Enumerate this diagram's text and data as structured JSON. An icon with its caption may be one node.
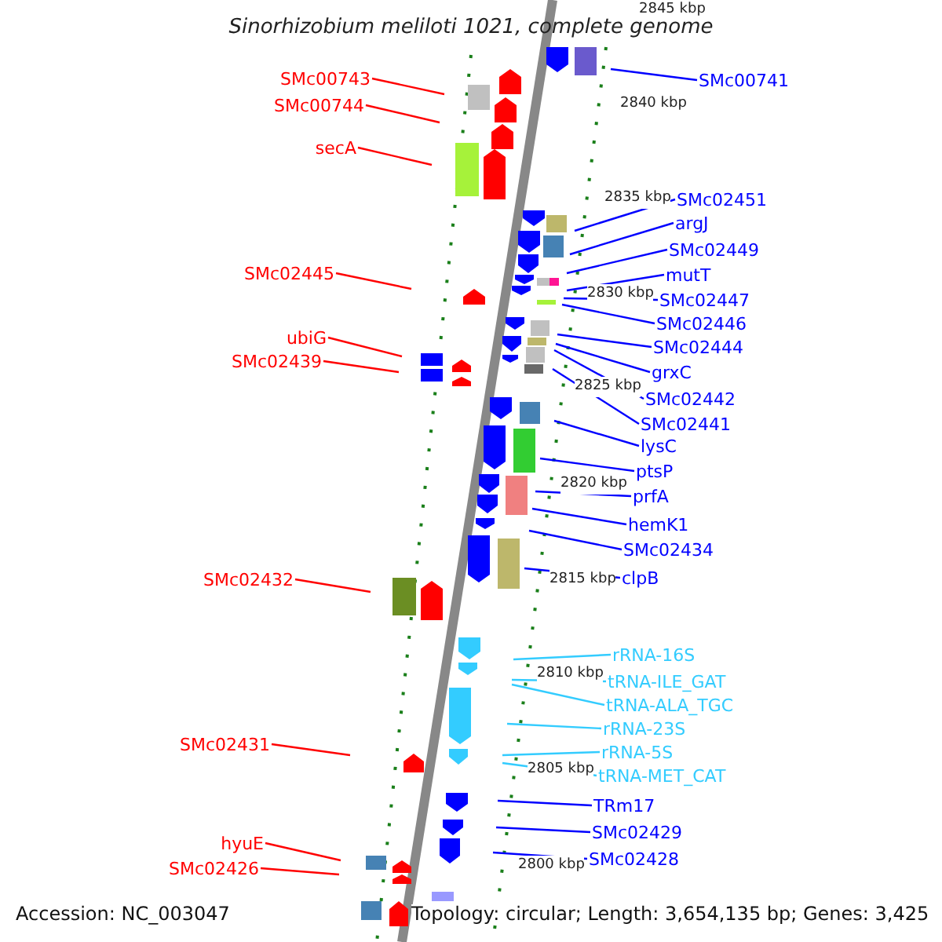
{
  "diagram": {
    "title": "Sinorhizobium meliloti 1021, complete genome",
    "nodes": [
      {
        "text": [
          "SMc00743"
        ]
      },
      {
        "text": [
          "SMc00744"
        ]
      },
      {
        "text": [
          "secA"
        ]
      },
      {
        "text": [
          "SMc02445"
        ]
      },
      {
        "text": [
          "ubiG"
        ]
      },
      {
        "text": [
          "SMc02439"
        ]
      },
      {
        "text": [
          "SMc02432"
        ]
      },
      {
        "text": [
          "SMc02431"
        ]
      },
      {
        "text": [
          "hyuE"
        ]
      },
      {
        "text": [
          "SMc02426"
        ]
      },
      {
        "text": [
          "SMc00741"
        ]
      },
      {
        "text": [
          "SMc02451"
        ]
      },
      {
        "text": [
          "argJ"
        ]
      },
      {
        "text": [
          "SMc02449"
        ]
      },
      {
        "text": [
          "mutT"
        ]
      },
      {
        "text": [
          "SMc02447"
        ]
      },
      {
        "text": [
          "SMc02446"
        ]
      },
      {
        "text": [
          "SMc02444"
        ]
      },
      {
        "text": [
          "grxC"
        ]
      },
      {
        "text": [
          "SMc02442"
        ]
      },
      {
        "text": [
          "SMc02441"
        ]
      },
      {
        "text": [
          "lysC"
        ]
      },
      {
        "text": [
          "ptsP"
        ]
      },
      {
        "text": [
          "prfA"
        ]
      },
      {
        "text": [
          "hemK1"
        ]
      },
      {
        "text": [
          "SMc02434"
        ]
      },
      {
        "text": [
          "clpB"
        ]
      },
      {
        "text": [
          "rRNA-16S"
        ]
      },
      {
        "text": [
          "tRNA-ILE_GAT"
        ]
      },
      {
        "text": [
          "tRNA-ALA_TGC"
        ]
      },
      {
        "text": [
          "rRNA-23S"
        ]
      },
      {
        "text": [
          "rRNA-5S"
        ]
      },
      {
        "text": [
          "tRNA-MET_CAT"
        ]
      },
      {
        "text": [
          "TRm17"
        ]
      },
      {
        "text": [
          "SMc02429"
        ]
      },
      {
        "text": [
          "SMc02428"
        ]
      }
    ],
    "edges": [
      {
        "from": 0,
        "to": null,
        "arrow": "none",
        "color": "#ff0000"
      },
      {
        "from": 1,
        "to": null,
        "arrow": "none",
        "color": "#ff0000"
      },
      {
        "from": 2,
        "to": null,
        "arrow": "none",
        "color": "#ff0000"
      },
      {
        "from": 3,
        "to": null,
        "arrow": "none",
        "color": "#ff0000"
      },
      {
        "from": 4,
        "to": null,
        "arrow": "none",
        "color": "#ff0000"
      },
      {
        "from": 5,
        "to": null,
        "arrow": "none",
        "color": "#ff0000"
      },
      {
        "from": 6,
        "to": null,
        "arrow": "none",
        "color": "#ff0000"
      },
      {
        "from": 7,
        "to": null,
        "arrow": "none",
        "color": "#ff0000"
      },
      {
        "from": 8,
        "to": null,
        "arrow": "none",
        "color": "#ff0000"
      },
      {
        "from": 9,
        "to": null,
        "arrow": "none",
        "color": "#ff0000"
      },
      {
        "from": 10,
        "to": null,
        "arrow": "none"
      },
      {
        "from": 11,
        "to": null,
        "arrow": "none"
      },
      {
        "from": 12,
        "to": null,
        "arrow": "none"
      },
      {
        "from": 13,
        "to": null,
        "arrow": "none"
      },
      {
        "from": 14,
        "to": null,
        "arrow": "none"
      },
      {
        "from": 15,
        "to": null,
        "arrow": "none"
      },
      {
        "from": 16,
        "to": null,
        "arrow": "none"
      },
      {
        "from": 17,
        "to": null,
        "arrow": "none"
      },
      {
        "from": 18,
        "to": null,
        "arrow": "none"
      },
      {
        "from": 19,
        "to": null,
        "arrow": "none"
      },
      {
        "from": 20,
        "to": null,
        "arrow": "none"
      },
      {
        "from": 21,
        "to": null,
        "arrow": "none"
      },
      {
        "from": 22,
        "to": null,
        "arrow": "none"
      },
      {
        "from": 23,
        "to": null,
        "arrow": "none"
      },
      {
        "from": 24,
        "to": null,
        "arrow": "none"
      },
      {
        "from": 25,
        "to": null,
        "arrow": "none"
      },
      {
        "from": 26,
        "to": null,
        "arrow": "none"
      },
      {
        "from": 27,
        "to": null,
        "arrow": "none",
        "color": "#33ccff"
      },
      {
        "from": 28,
        "to": null,
        "arrow": "none",
        "color": "#33ccff"
      },
      {
        "from": 29,
        "to": null,
        "arrow": "none",
        "color": "#33ccff"
      },
      {
        "from": 30,
        "to": null,
        "arrow": "none",
        "color": "#33ccff"
      },
      {
        "from": 31,
        "to": null,
        "arrow": "none",
        "color": "#33ccff"
      },
      {
        "from": 32,
        "to": null,
        "arrow": "none",
        "color": "#33ccff"
      },
      {
        "from": 33,
        "to": null,
        "arrow": "none"
      },
      {
        "from": 34,
        "to": null,
        "arrow": "none"
      },
      {
        "from": 35,
        "to": null,
        "arrow": "none"
      }
    ],
    "labels": [
      "2845 kbp",
      "2840 kbp",
      "2835 kbp",
      "2830 kbp",
      "2825 kbp",
      "2820 kbp",
      "2815 kbp",
      "2810 kbp",
      "2805 kbp",
      "2800 kbp",
      "Accession: NC_003047",
      "Topology: circular; Length: 3,654,135 bp; Genes: 3,425"
    ]
  }
}
